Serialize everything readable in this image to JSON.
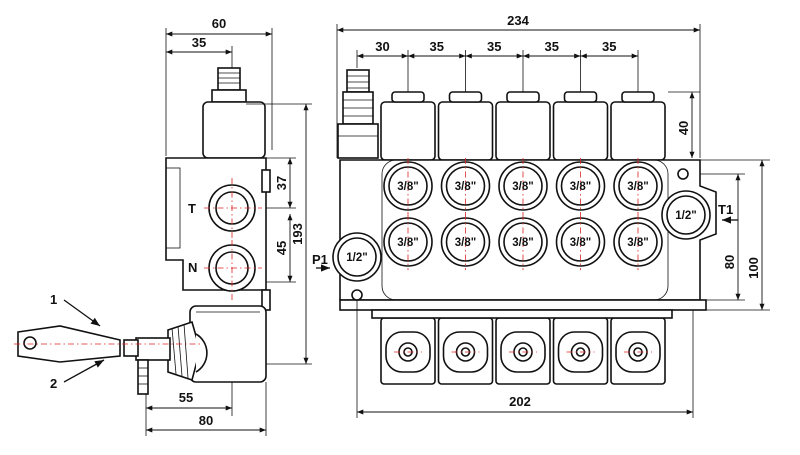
{
  "side_view": {
    "dims": {
      "overall_width": "60",
      "lever_offset": "35",
      "total_height": "193",
      "upper_port_spacing": "37",
      "port_spacing": "45",
      "handle_offset": "55",
      "handle_length": "80"
    },
    "labels": {
      "tank_port": "T",
      "neutral_port": "N",
      "callout_1": "1",
      "callout_2": "2"
    }
  },
  "front_view": {
    "dims": {
      "overall_length": "234",
      "first_pitch": "30",
      "pitches": [
        "35",
        "35",
        "35",
        "35"
      ],
      "solenoid_height": "40",
      "port_spacing": "80",
      "body_height": "100",
      "base_length": "202"
    },
    "ports": {
      "work_size": "3/8\"",
      "inlet_size": "1/2\"",
      "outlet_size": "1/2\"",
      "inlet_label": "P1",
      "outlet_label": "T1"
    },
    "section_count": 5
  }
}
